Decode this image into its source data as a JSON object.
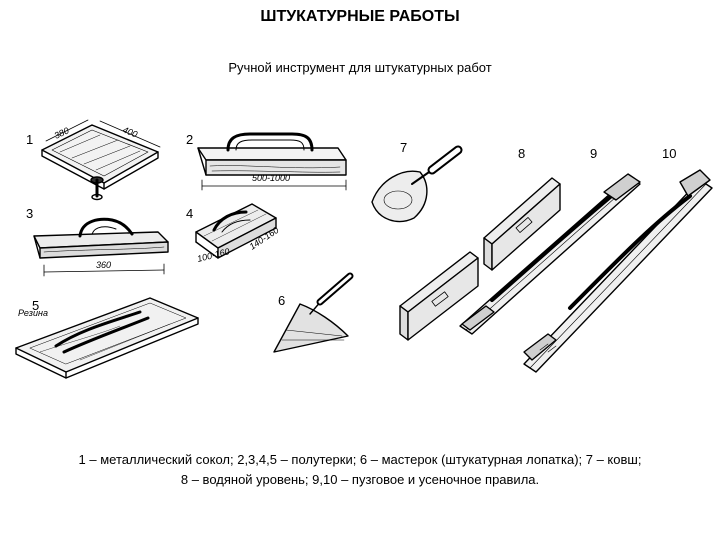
{
  "header": {
    "title": "ШТУКАТУРНЫЕ РАБОТЫ",
    "subtitle": "Ручной инструмент для штукатурных работ"
  },
  "figure_numbers": [
    "1",
    "2",
    "3",
    "4",
    "5",
    "6",
    "7",
    "8",
    "9",
    "10"
  ],
  "dimension_labels": {
    "tool1_a": "380",
    "tool1_b": "400",
    "tool2": "500-1000",
    "tool3": "360",
    "tool4_a": "100-160",
    "tool4_b": "140-160",
    "tool5": "Резина"
  },
  "caption": {
    "line1": "1 – металлический сокол; 2,3,4,5 – полутерки; 6 – мастерок (штукатурная лопатка); 7 – ковш;",
    "line2": "8 – водяной уровень; 9,10 – пузговое и усеночное правила."
  }
}
